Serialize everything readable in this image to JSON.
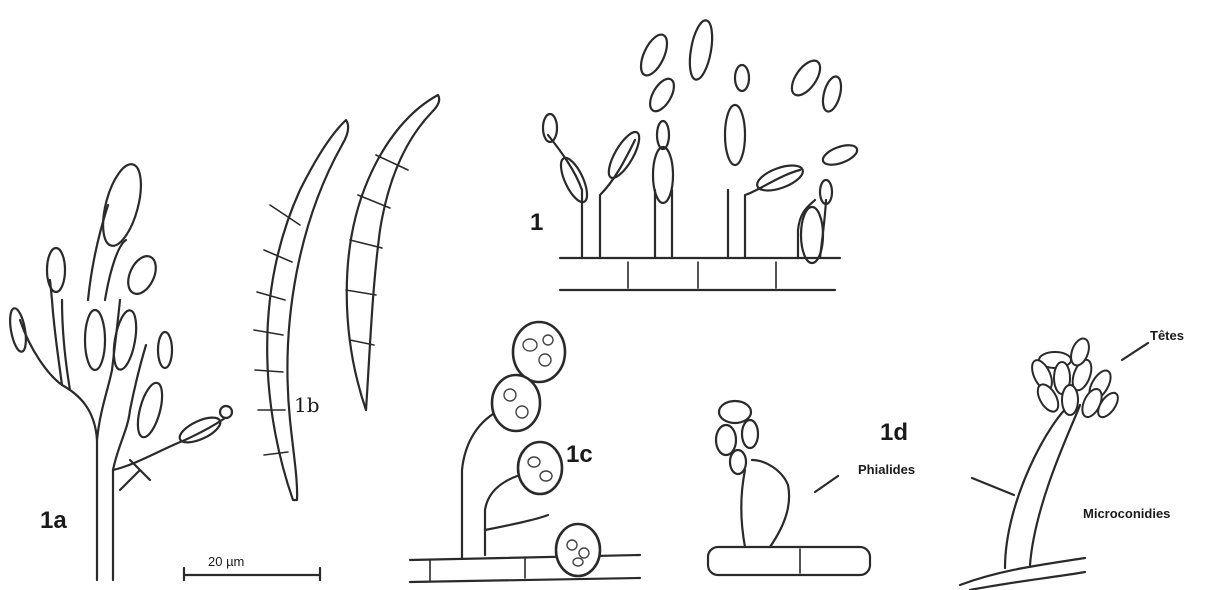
{
  "figure": {
    "label_1": "1",
    "label_1a": "1a",
    "label_1b": "1b",
    "label_1c": "1c",
    "label_1d": "1d",
    "scale_bar": "20 µm",
    "annotation_tetes": "Têtes",
    "annotation_phialides": "Phialides",
    "annotation_microconidies": "Microconidies"
  }
}
